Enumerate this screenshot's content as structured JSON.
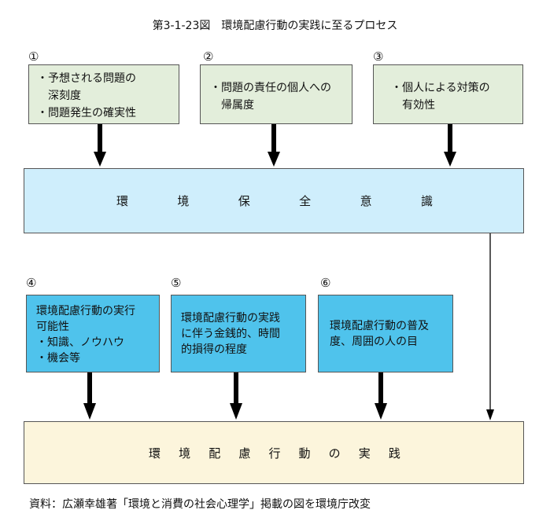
{
  "title": "第3-1-23図　環境配慮行動の実践に至るプロセス",
  "top_factors": [
    {
      "num": "①",
      "lines": [
        "・予想される問題の",
        "　深刻度",
        "・問題発生の確実性"
      ]
    },
    {
      "num": "②",
      "lines": [
        "・問題の責任の個人への",
        "　帰属度"
      ]
    },
    {
      "num": "③",
      "lines": [
        "・個人による対策の",
        "　有効性"
      ]
    }
  ],
  "consciousness": {
    "chars": [
      "環",
      "境",
      "保",
      "全",
      "意",
      "識"
    ],
    "label": "環境保全意識"
  },
  "bottom_factors": [
    {
      "num": "④",
      "lines": [
        "環境配慮行動の実行",
        "可能性",
        "・知識、ノウハウ",
        "・機会等"
      ]
    },
    {
      "num": "⑤",
      "lines": [
        "環境配慮行動の実践",
        "に伴う金銭的、時間",
        "的損得の程度"
      ]
    },
    {
      "num": "⑥",
      "lines": [
        "環境配慮行動の普及",
        "度、周囲の人の目"
      ]
    }
  ],
  "practice": {
    "chars": [
      "環",
      "境",
      "配",
      "慮",
      "行",
      "動",
      "の",
      "実",
      "践"
    ],
    "label": "環境配慮行動の実践"
  },
  "source": "資料：広瀬幸雄著「環境と消費の社会心理学」掲載の図を環境庁改変",
  "colors": {
    "top_factor_fill": "#e3eedb",
    "consciousness_fill": "#cfeefc",
    "bottom_factor_fill": "#4fc3ec",
    "practice_fill": "#fcf5dc"
  }
}
